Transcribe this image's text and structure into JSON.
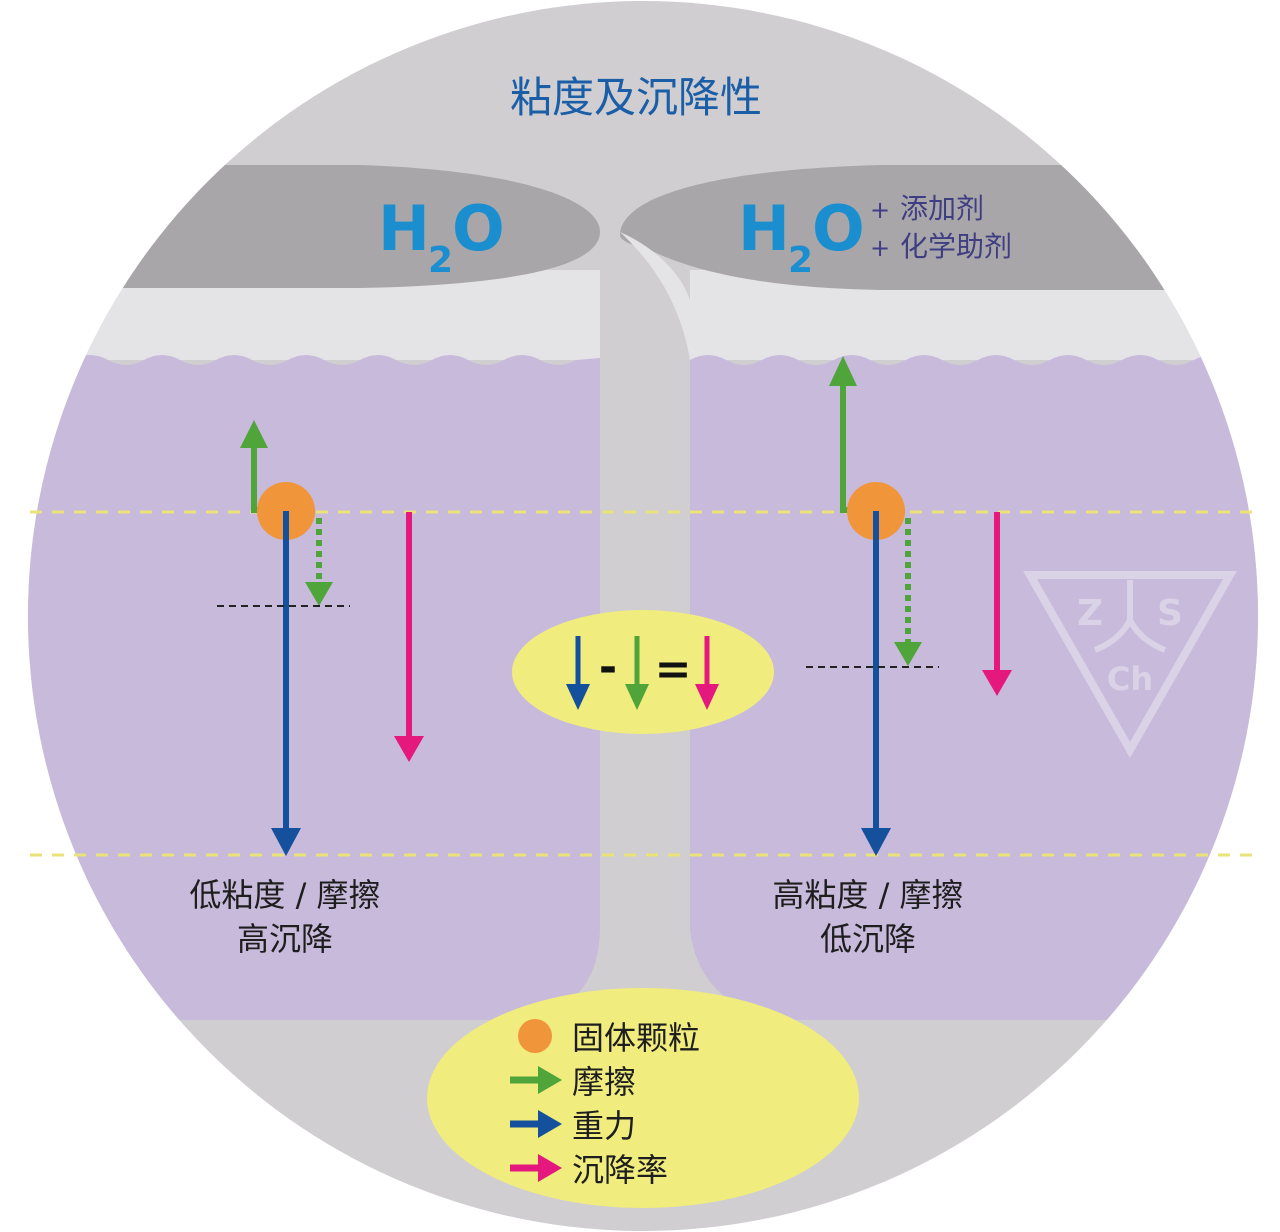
{
  "title": "粘度及沉降性",
  "left_container": {
    "formula_main": "H",
    "formula_sub": "2",
    "formula_end": "O",
    "caption_line1": "低粘度 / 摩擦",
    "caption_line2": "高沉降"
  },
  "right_container": {
    "formula_main": "H",
    "formula_sub": "2",
    "formula_end": "O",
    "additive_1": "添加剂",
    "additive_2": "化学助剂",
    "plus_sign": "+",
    "caption_line1": "高粘度 / 摩擦",
    "caption_line2": "低沉降"
  },
  "equation": {
    "minus": "-",
    "equals": "="
  },
  "legend": [
    {
      "label": "固体颗粒",
      "symbol": "particle",
      "color": "#F0953A"
    },
    {
      "label": "摩擦",
      "symbol": "arrow",
      "color": "#4FA43A"
    },
    {
      "label": "重力",
      "symbol": "arrow",
      "color": "#14509C"
    },
    {
      "label": "沉降率",
      "symbol": "arrow",
      "color": "#E5187D"
    }
  ],
  "watermark": {
    "letters": [
      "Z",
      "S",
      "Ch"
    ]
  },
  "colors": {
    "circle_bg": "#D0CED1",
    "liquid": "#C8BADB",
    "lid": "#A8A6A9",
    "gap": "#E4E3E6",
    "title": "#1B5EA8",
    "h2o": "#1B8ED0",
    "additive_text": "#3F3E82",
    "particle": "#F0953A",
    "friction": "#4FA43A",
    "gravity": "#14509C",
    "settling": "#E5187D",
    "yellow": "#F0EC7E",
    "dash": "#E9E37A"
  }
}
